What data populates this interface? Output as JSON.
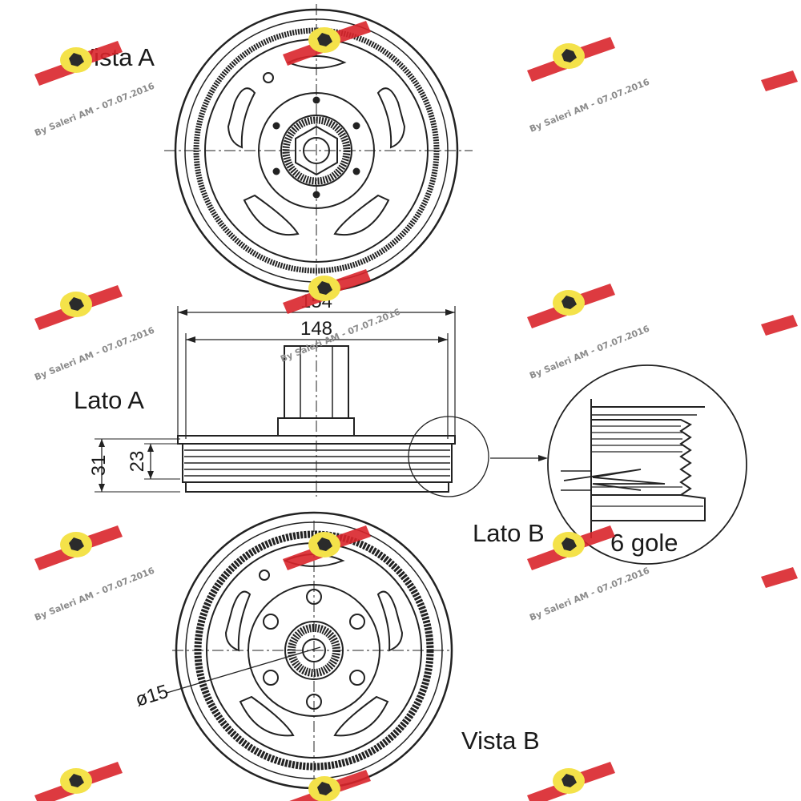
{
  "labels": {
    "vista_a": "Vista A",
    "vista_b": "Vista B",
    "lato_a": "Lato A",
    "lato_b": "Lato B",
    "gole": "6 gole"
  },
  "dimensions": {
    "outer_width": "154",
    "inner_width": "148",
    "total_height": "31",
    "pulley_height": "23",
    "hole_diameter": "ø15"
  },
  "watermark": {
    "text": "By Saleri AM - 07.07.2016",
    "badge_color": "#d9252b",
    "logo_color": "#f4e24a"
  }
}
